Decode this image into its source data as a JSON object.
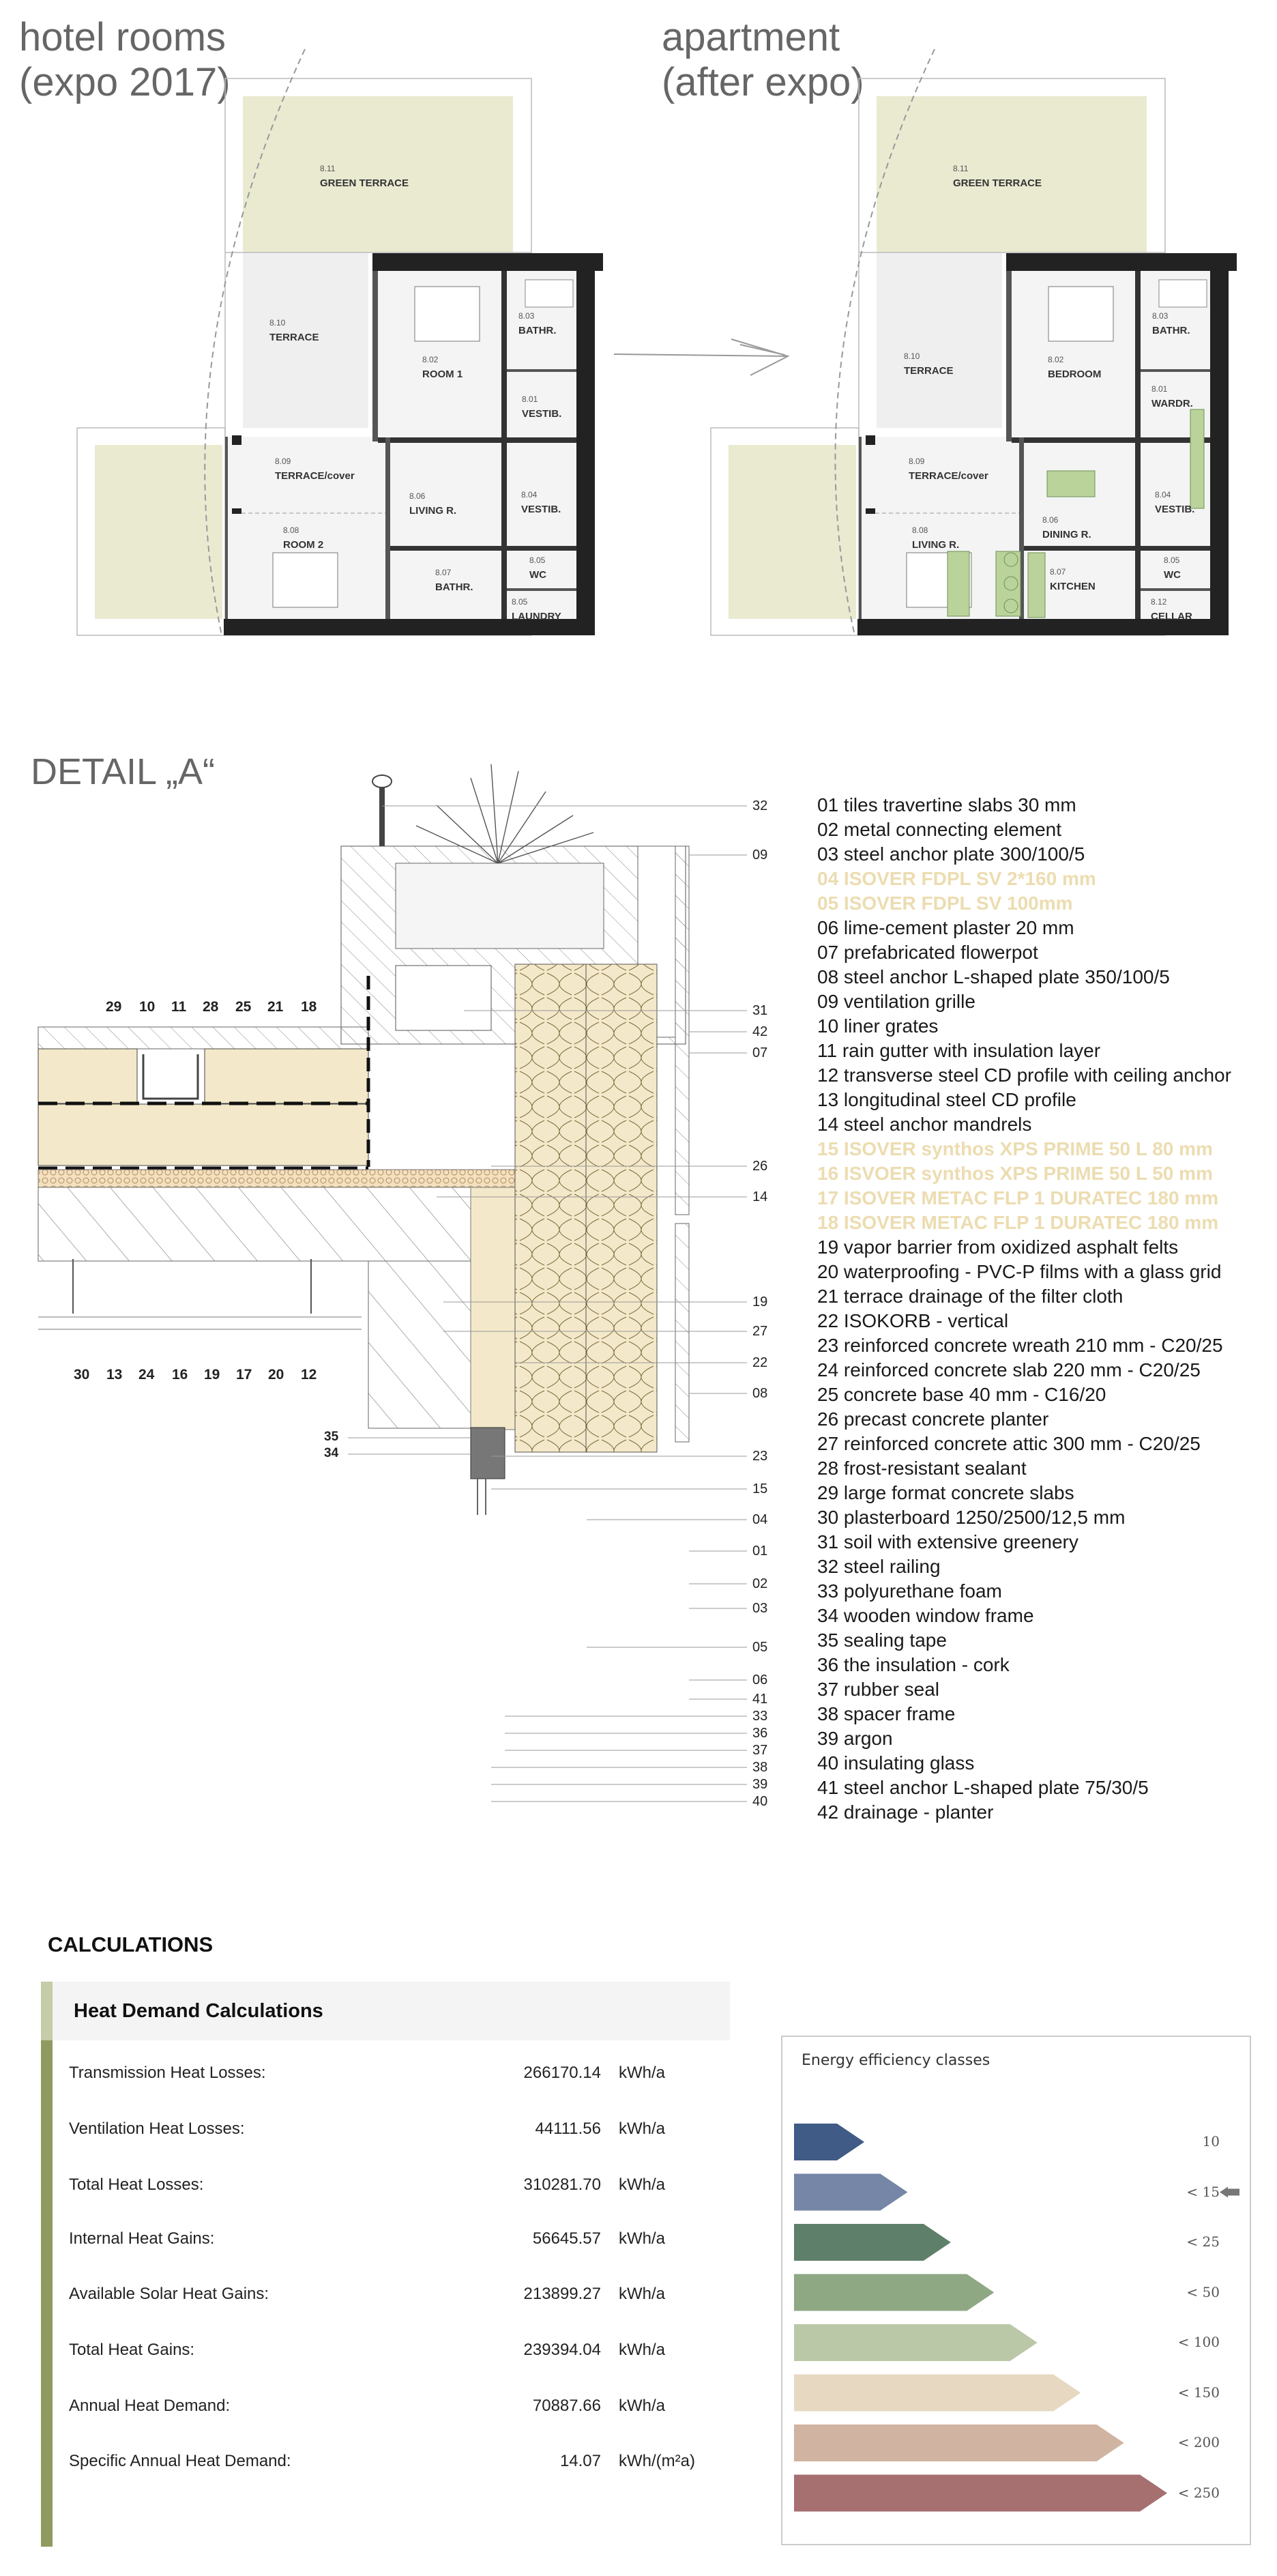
{
  "plans": {
    "left_title": "hotel rooms\n(expo 2017)",
    "right_title": "apartment\n(after expo)",
    "left_rooms": [
      {
        "num": "8.11",
        "name": "GREEN TERRACE"
      },
      {
        "num": "8.10",
        "name": "TERRACE"
      },
      {
        "num": "8.02",
        "name": "ROOM 1"
      },
      {
        "num": "8.03",
        "name": "BATHR."
      },
      {
        "num": "8.01",
        "name": "VESTIB."
      },
      {
        "num": "8.09",
        "name": "TERRACE/cover"
      },
      {
        "num": "8.06",
        "name": "LIVING R."
      },
      {
        "num": "8.04",
        "name": "VESTIB."
      },
      {
        "num": "8.08",
        "name": "ROOM 2"
      },
      {
        "num": "8.07",
        "name": "BATHR."
      },
      {
        "num": "8.05",
        "name": "WC"
      },
      {
        "num": "8.05",
        "name": "LAUNDRY"
      }
    ],
    "right_rooms": [
      {
        "num": "8.11",
        "name": "GREEN TERRACE"
      },
      {
        "num": "8.10",
        "name": "TERRACE"
      },
      {
        "num": "8.02",
        "name": "BEDROOM"
      },
      {
        "num": "8.03",
        "name": "BATHR."
      },
      {
        "num": "8.01",
        "name": "WARDR."
      },
      {
        "num": "8.09",
        "name": "TERRACE/cover"
      },
      {
        "num": "8.04",
        "name": "VESTIB."
      },
      {
        "num": "8.06",
        "name": "DINING R."
      },
      {
        "num": "8.08",
        "name": "LIVING R."
      },
      {
        "num": "8.07",
        "name": "KITCHEN"
      },
      {
        "num": "8.05",
        "name": "WC"
      },
      {
        "num": "8.12",
        "name": "CELLAR"
      }
    ]
  },
  "detail": {
    "title": "DETAIL „A“",
    "top_callouts": [
      "29",
      "10",
      "11",
      "28",
      "25",
      "21",
      "18"
    ],
    "bottom_callouts": [
      "30",
      "13",
      "24",
      "16",
      "19",
      "17",
      "20",
      "12"
    ],
    "window_callouts": [
      "35",
      "34"
    ],
    "right_callouts": [
      "32",
      "09",
      "31",
      "42",
      "07",
      "26",
      "14",
      "19",
      "27",
      "22",
      "08",
      "23",
      "15",
      "04",
      "01",
      "02",
      "03",
      "05",
      "06",
      "41",
      "33",
      "36",
      "37",
      "38",
      "39",
      "40"
    ],
    "legend": [
      {
        "text": "01 tiles travertine slabs 30 mm",
        "insulation": false
      },
      {
        "text": "02 metal connecting element",
        "insulation": false
      },
      {
        "text": "03 steel anchor plate 300/100/5",
        "insulation": false
      },
      {
        "text": "04 ISOVER FDPL SV 2*160 mm",
        "insulation": true
      },
      {
        "text": "05 ISOVER FDPL SV 100mm",
        "insulation": true
      },
      {
        "text": "06 lime-cement plaster 20 mm",
        "insulation": false
      },
      {
        "text": "07 prefabricated flowerpot",
        "insulation": false
      },
      {
        "text": "08 steel anchor L-shaped plate 350/100/5",
        "insulation": false
      },
      {
        "text": "09 ventilation grille",
        "insulation": false
      },
      {
        "text": "10 liner grates",
        "insulation": false
      },
      {
        "text": "11 rain gutter with insulation layer",
        "insulation": false
      },
      {
        "text": "12 transverse steel CD profile with ceiling anchor",
        "insulation": false
      },
      {
        "text": "13 longitudinal steel CD profile",
        "insulation": false
      },
      {
        "text": "14 steel anchor mandrels",
        "insulation": false
      },
      {
        "text": "15 ISOVER synthos XPS PRIME 50 L 80 mm",
        "insulation": true
      },
      {
        "text": "16 ISVOER synthos XPS PRIME 50 L 50 mm",
        "insulation": true
      },
      {
        "text": "17 ISOVER METAC FLP 1 DURATEC 180 mm",
        "insulation": true
      },
      {
        "text": "18 ISOVER METAC FLP 1 DURATEC 180 mm",
        "insulation": true
      },
      {
        "text": "19 vapor barrier from oxidized asphalt felts",
        "insulation": false
      },
      {
        "text": "20 waterproofing - PVC-P films with a glass grid",
        "insulation": false
      },
      {
        "text": "21 terrace drainage of the filter cloth",
        "insulation": false
      },
      {
        "text": "22 ISOKORB - vertical",
        "insulation": false
      },
      {
        "text": "23 reinforced concrete wreath 210 mm - C20/25",
        "insulation": false
      },
      {
        "text": "24 reinforced concrete slab 220 mm - C20/25",
        "insulation": false
      },
      {
        "text": "25 concrete base 40 mm - C16/20",
        "insulation": false
      },
      {
        "text": "26 precast concrete planter",
        "insulation": false
      },
      {
        "text": "27 reinforced concrete attic 300 mm - C20/25",
        "insulation": false
      },
      {
        "text": "28 frost-resistant sealant",
        "insulation": false
      },
      {
        "text": "29 large format concrete slabs",
        "insulation": false
      },
      {
        "text": "30 plasterboard 1250/2500/12,5 mm",
        "insulation": false
      },
      {
        "text": "31 soil with extensive greenery",
        "insulation": false
      },
      {
        "text": "32 steel railing",
        "insulation": false
      },
      {
        "text": "33 polyurethane foam",
        "insulation": false
      },
      {
        "text": "34 wooden window frame",
        "insulation": false
      },
      {
        "text": "35 sealing tape",
        "insulation": false
      },
      {
        "text": "36 the insulation - cork",
        "insulation": false
      },
      {
        "text": "37 rubber seal",
        "insulation": false
      },
      {
        "text": "38 spacer frame",
        "insulation": false
      },
      {
        "text": "39 argon",
        "insulation": false
      },
      {
        "text": "40 insulating glass",
        "insulation": false
      },
      {
        "text": "41 steel anchor L-shaped plate 75/30/5",
        "insulation": false
      },
      {
        "text": "42 drainage - planter",
        "insulation": false
      }
    ]
  },
  "calculations": {
    "section_title": "CALCULATIONS",
    "panel_title": "Heat Demand Calculations",
    "rows": [
      {
        "label": "Transmission Heat Losses:",
        "value": "266170.14",
        "unit": "kWh/a"
      },
      {
        "label": "Ventilation Heat Losses:",
        "value": "44111.56",
        "unit": "kWh/a"
      },
      {
        "label": "Total Heat Losses:",
        "value": "310281.70",
        "unit": "kWh/a"
      },
      {
        "label": "Internal Heat Gains:",
        "value": "56645.57",
        "unit": "kWh/a"
      },
      {
        "label": "Available Solar Heat Gains:",
        "value": "213899.27",
        "unit": "kWh/a"
      },
      {
        "label": "Total Heat Gains:",
        "value": "239394.04",
        "unit": "kWh/a"
      },
      {
        "label": "Annual Heat Demand:",
        "value": "70887.66",
        "unit": "kWh/a"
      },
      {
        "label": "Specific Annual Heat Demand:",
        "value": "14.07",
        "unit": "kWh/(m²a)"
      }
    ],
    "accent_color": "#8e9a5f"
  },
  "energy_classes": {
    "title": "Energy efficiency classes",
    "selected_index": 1,
    "classes": [
      {
        "label": "10",
        "color": "#3f5b86"
      },
      {
        "label": "< 15",
        "color": "#7586a7"
      },
      {
        "label": "< 25",
        "color": "#5e7f69"
      },
      {
        "label": "< 50",
        "color": "#8fa884"
      },
      {
        "label": "< 100",
        "color": "#bbc8a8"
      },
      {
        "label": "< 150",
        "color": "#e7d8c1"
      },
      {
        "label": "< 200",
        "color": "#d0b3a1"
      },
      {
        "label": "< 250",
        "color": "#a66f70"
      }
    ]
  }
}
